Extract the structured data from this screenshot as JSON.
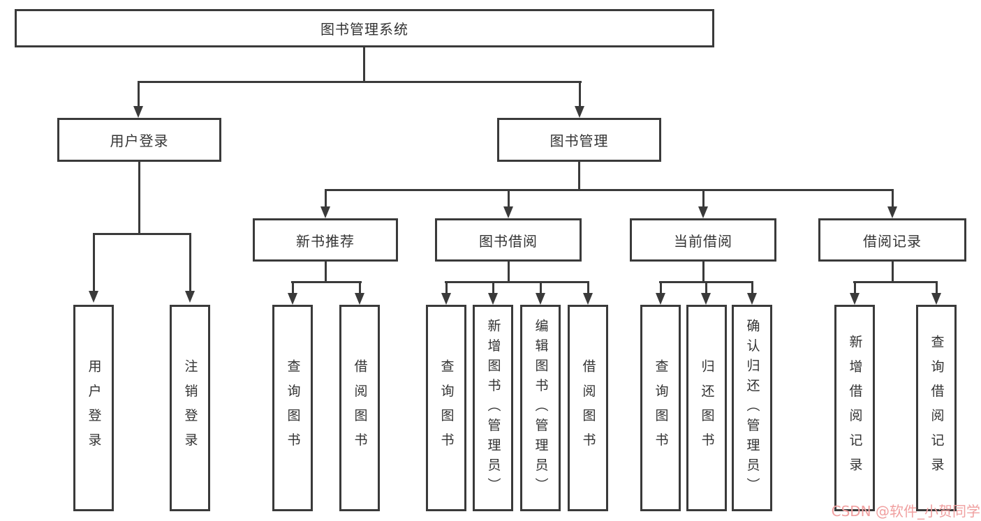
{
  "diagram": {
    "type": "tree",
    "title": "图书管理系统",
    "watermark": "CSDN @软件_小贺同学",
    "colors": {
      "background": "#ffffff",
      "line": "#3a3a3a",
      "box_border": "#3a3a3a",
      "text": "#333333",
      "watermark": "#f0a0a0"
    },
    "nodes": {
      "root": {
        "label": "图书管理系统"
      },
      "user_login": {
        "label": "用户登录"
      },
      "book_mgmt": {
        "label": "图书管理"
      },
      "new_book_rec": {
        "label": "新书推荐"
      },
      "book_borrow": {
        "label": "图书借阅"
      },
      "current_borrow": {
        "label": "当前借阅"
      },
      "borrow_records": {
        "label": "借阅记录"
      },
      "leaf_user_login": {
        "label": "用户登录"
      },
      "leaf_logout": {
        "label": "注销登录"
      },
      "leaf_rec_query": {
        "label": "查询图书"
      },
      "leaf_rec_borrow": {
        "label": "借阅图书"
      },
      "leaf_bb_query": {
        "label": "查询图书"
      },
      "leaf_bb_add": {
        "label": "新增图书（管理员）"
      },
      "leaf_bb_edit": {
        "label": "编辑图书（管理员）"
      },
      "leaf_bb_borrow": {
        "label": "借阅图书"
      },
      "leaf_cb_query": {
        "label": "查询图书"
      },
      "leaf_cb_return": {
        "label": "归还图书"
      },
      "leaf_cb_confirm": {
        "label": "确认归还（管理员）"
      },
      "leaf_br_add": {
        "label": "新增借阅记录"
      },
      "leaf_br_query": {
        "label": "查询借阅记录"
      }
    },
    "edges": [
      [
        "root",
        "user_login"
      ],
      [
        "root",
        "book_mgmt"
      ],
      [
        "user_login",
        "leaf_user_login"
      ],
      [
        "user_login",
        "leaf_logout"
      ],
      [
        "book_mgmt",
        "new_book_rec"
      ],
      [
        "book_mgmt",
        "book_borrow"
      ],
      [
        "book_mgmt",
        "current_borrow"
      ],
      [
        "book_mgmt",
        "borrow_records"
      ],
      [
        "new_book_rec",
        "leaf_rec_query"
      ],
      [
        "new_book_rec",
        "leaf_rec_borrow"
      ],
      [
        "book_borrow",
        "leaf_bb_query"
      ],
      [
        "book_borrow",
        "leaf_bb_add"
      ],
      [
        "book_borrow",
        "leaf_bb_edit"
      ],
      [
        "book_borrow",
        "leaf_bb_borrow"
      ],
      [
        "current_borrow",
        "leaf_cb_query"
      ],
      [
        "current_borrow",
        "leaf_cb_return"
      ],
      [
        "current_borrow",
        "leaf_cb_confirm"
      ],
      [
        "borrow_records",
        "leaf_br_add"
      ],
      [
        "borrow_records",
        "leaf_br_query"
      ]
    ]
  }
}
